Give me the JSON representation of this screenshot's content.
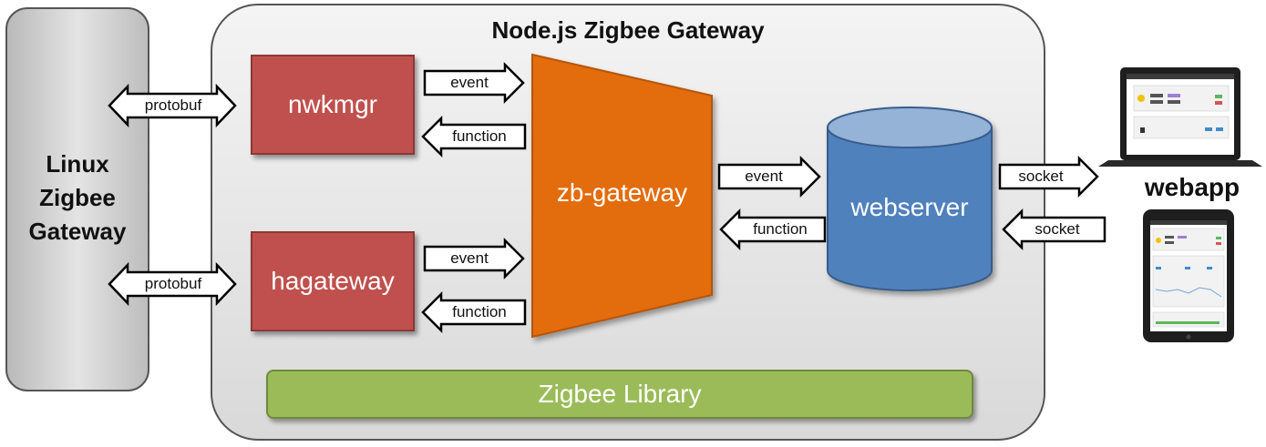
{
  "linux_gateway": {
    "label": "Linux\nZigbee\nGateway"
  },
  "nodejs_gateway": {
    "title": "Node.js Zigbee Gateway"
  },
  "nwkmgr": {
    "label": "nwkmgr"
  },
  "hagateway": {
    "label": "hagateway"
  },
  "zb_gateway": {
    "label": "zb-gateway"
  },
  "webserver": {
    "label": "webserver"
  },
  "zigbee_library": {
    "label": "Zigbee Library"
  },
  "webapp": {
    "label": "webapp"
  },
  "arrows": {
    "protobuf_top": "protobuf",
    "protobuf_bottom": "protobuf",
    "nwkmgr_event": "event",
    "nwkmgr_function": "function",
    "hagateway_event": "event",
    "hagateway_function": "function",
    "webserver_event": "event",
    "webserver_function": "function",
    "socket_out": "socket",
    "socket_in": "socket"
  },
  "colors": {
    "redbox": "#c0504d",
    "zb_gateway": "#e36c09",
    "webserver": "#4f81bd",
    "zigbee_library": "#9bbb59"
  }
}
